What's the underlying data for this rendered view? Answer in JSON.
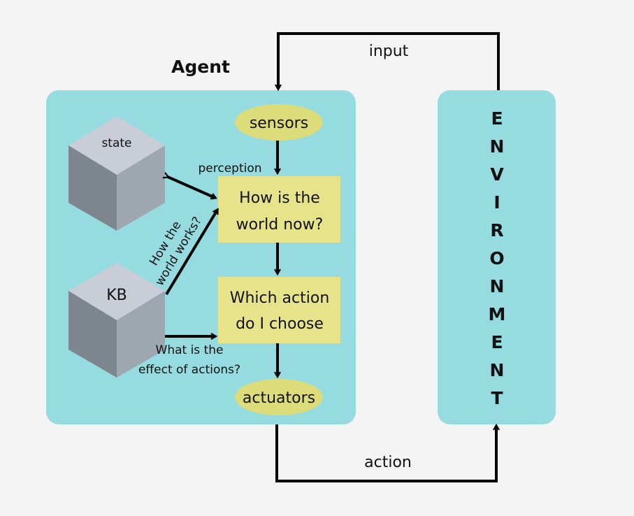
{
  "agent": {
    "title": "Agent",
    "sensors": "sensors",
    "actuators": "actuators",
    "state": "state",
    "kb": "KB",
    "perception": "perception",
    "world_now": [
      "How is the",
      "world now?"
    ],
    "which_action": [
      "Which action",
      "do I choose"
    ],
    "how_world_works": [
      "How the",
      "world works?"
    ],
    "effect_of_actions": [
      "What is the",
      "effect of actions?"
    ]
  },
  "environment": {
    "letters": [
      "E",
      "N",
      "V",
      "I",
      "R",
      "O",
      "N",
      "M",
      "E",
      "N",
      "T"
    ]
  },
  "flows": {
    "input": "input",
    "action": "action"
  },
  "colors": {
    "background": "#f4f4f4",
    "panel": "#96dbdf",
    "ellipse": "#dcdc7a",
    "box": "#e6e38b",
    "cube_top": "#c9ced6",
    "cube_left": "#7d858e",
    "cube_right": "#9ea6af",
    "line": "#000000"
  }
}
